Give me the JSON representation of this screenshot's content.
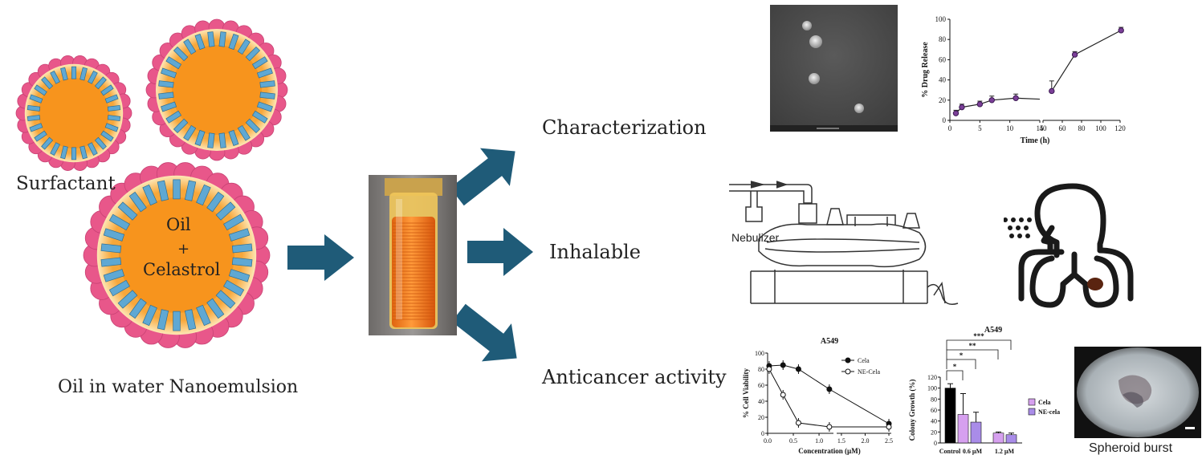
{
  "left": {
    "surfactant_label": "Surfactant",
    "droplet_oil": "Oil",
    "droplet_plus": "+",
    "droplet_drug": "Celastrol",
    "caption": "Oil in water Nanoemulsion"
  },
  "colors": {
    "core": "#f7941d",
    "head": "#e8578a",
    "tail": "#5fa8d3",
    "arrow": "#1f5b78"
  },
  "branches": {
    "characterization": "Characterization",
    "inhalable": "Inhalable",
    "anticancer": "Anticancer activity"
  },
  "inhalation": {
    "nebulizer_label": "Nebulizer"
  },
  "spheroid_caption": "Spheroid burst",
  "chart_data": [
    {
      "type": "line",
      "ylabel": "% Drug Release",
      "xlabel": "Time (h)",
      "ylim": [
        0,
        100
      ],
      "yticks": [
        "0",
        "20",
        "40",
        "60",
        "80",
        "100"
      ],
      "xticks": [
        "0",
        "5",
        "10",
        "15",
        "40",
        "60",
        "80",
        "100",
        "120"
      ],
      "series": [
        {
          "x": [
            1,
            2,
            5,
            7,
            11,
            49,
            73,
            121
          ],
          "y": [
            7,
            13,
            16,
            20,
            22,
            29,
            65,
            89
          ]
        }
      ]
    },
    {
      "type": "line",
      "title": "A549",
      "ylabel": "% Cell Viability",
      "xlabel": "Concentration (µM)",
      "ylim": [
        0,
        100
      ],
      "yticks": [
        "0",
        "20",
        "40",
        "60",
        "80",
        "100"
      ],
      "xticks": [
        "0.0",
        "0.5",
        "1.0",
        "1.5",
        "2.0",
        "2.5"
      ],
      "series": [
        {
          "name": "Cela",
          "x": [
            0.03,
            0.3,
            0.6,
            1.2,
            2.5
          ],
          "y": [
            84,
            85,
            80,
            55,
            12
          ]
        },
        {
          "name": "NE-Cela",
          "x": [
            0.03,
            0.3,
            0.6,
            1.2,
            2.5
          ],
          "y": [
            80,
            48,
            13,
            8,
            8
          ]
        }
      ]
    },
    {
      "type": "bar",
      "title": "A549",
      "ylabel": "Colony Growth (%)",
      "ylim": [
        0,
        120
      ],
      "yticks": [
        "0",
        "20",
        "40",
        "60",
        "80",
        "100",
        "120"
      ],
      "categories": [
        "Control",
        "0.6 µM",
        "1.2 µM"
      ],
      "series": [
        {
          "name": "Cela",
          "values": [
            100,
            52,
            18
          ]
        },
        {
          "name": "NE-cela",
          "values": [
            null,
            38,
            15
          ]
        }
      ],
      "significance": [
        "*",
        "*",
        "**",
        "***"
      ]
    }
  ]
}
